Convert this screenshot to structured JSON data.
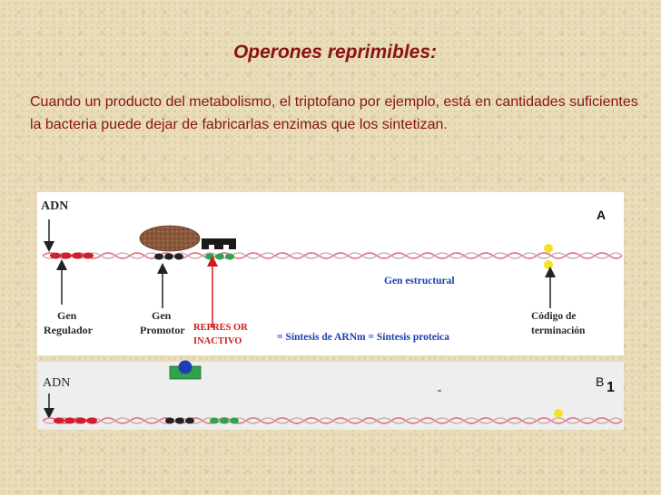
{
  "slide": {
    "title": "Operones reprimibles:",
    "body": "Cuando un producto del metabolismo, el triptofano por ejemplo, está  en cantidades suficientes la bacteria puede dejar de fabricarlas enzimas que los sintetizan."
  },
  "diagram_a": {
    "panel_label": "A",
    "dna_label": "ADN",
    "gen_regulador": [
      "Gen",
      "Regulador"
    ],
    "gen_promotor": [
      "Gen",
      "Promotor"
    ],
    "represor_label": [
      "REPRES OR",
      "INACTIVO"
    ],
    "gen_estructural": "Gen estructural",
    "sintesis": "= Síntesis de ARNm = Síntesis proteica",
    "codigo_terminacion": [
      "Código de",
      "terminación"
    ]
  },
  "diagram_b": {
    "panel_label": "B",
    "panel_number": "1",
    "dna_label": "ADN"
  },
  "colors": {
    "title_text": "#8b1313",
    "label_text": "#2a2a2a",
    "dna_strand": "#e07a88",
    "gene_red": "#d0202c",
    "gene_dark": "#222222",
    "gene_green": "#30a24a",
    "repressor_brown": "#8b5a3c",
    "stop_codon_yellow": "#f4e12a",
    "label_red": "#d11a1a",
    "label_blue": "#1a3fb0"
  },
  "icons": [
    "dna-double-helix",
    "repressor-protein",
    "operator-block",
    "corepressor-ball"
  ]
}
